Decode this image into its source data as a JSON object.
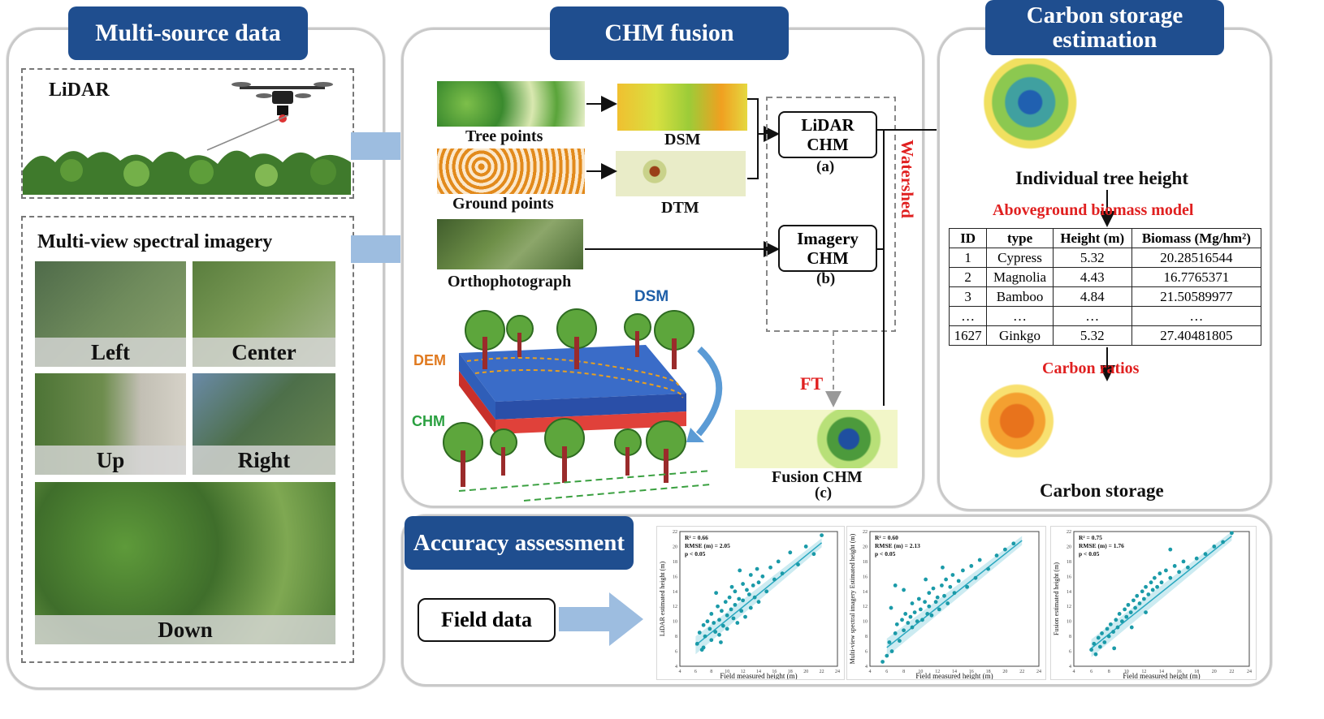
{
  "colors": {
    "title_bg": "#1f4e8f",
    "accent_red": "#e02020",
    "arrow_blue": "#9dbde0",
    "fit_line": "#2aa8c0"
  },
  "multi_source": {
    "title": "Multi-source data",
    "lidar_label": "LiDAR",
    "imagery_label": "Multi-view spectral imagery",
    "views": [
      "Left",
      "Center",
      "Up",
      "Right",
      "Down"
    ]
  },
  "chm_fusion": {
    "title": "CHM fusion",
    "tree_points": "Tree points",
    "ground_points": "Ground points",
    "orthophoto": "Orthophotograph",
    "dsm": "DSM",
    "dtm": "DTM",
    "lidar_chm": "LiDAR CHM",
    "label_a": "(a)",
    "imagery_chm": "Imagery CHM",
    "label_b": "(b)",
    "watershed": "Watershed",
    "ft": "FT",
    "fusion_chm": "Fusion CHM",
    "label_c": "(c)",
    "diagram_dsm": "DSM",
    "diagram_dem": "DEM",
    "diagram_chm": "CHM"
  },
  "carbon": {
    "title": "Carbon storage estimation",
    "tree_height": "Individual tree height",
    "biomass_model": "Aboveground biomass model",
    "table_headers": [
      "ID",
      "type",
      "Height (m)",
      "Biomass (Mg/hm²)"
    ],
    "table_rows": [
      [
        "1",
        "Cypress",
        "5.32",
        "20.28516544"
      ],
      [
        "2",
        "Magnolia",
        "4.43",
        "16.7765371"
      ],
      [
        "3",
        "Bamboo",
        "4.84",
        "21.50589977"
      ],
      [
        "…",
        "…",
        "…",
        "…"
      ],
      [
        "1627",
        "Ginkgo",
        "5.32",
        "27.40481805"
      ]
    ],
    "carbon_ratios": "Carbon ratios",
    "carbon_storage": "Carbon storage"
  },
  "accuracy": {
    "title": "Accuracy assessment",
    "field_data": "Field data"
  },
  "chart_data": [
    {
      "type": "scatter",
      "xlabel": "Field measured height (m)",
      "ylabel": "LiDAR estimated height (m)",
      "stats": [
        "R² = 0.66",
        "RMSE (m) = 2.05",
        "p < 0.05"
      ],
      "xlim": [
        4,
        24
      ],
      "ylim": [
        4,
        22
      ],
      "x_ticks": [
        "4",
        "6",
        "8",
        "10",
        "12",
        "14",
        "16",
        "18",
        "20",
        "22",
        "24"
      ],
      "y_ticks": [
        "4",
        "6",
        "8",
        "10",
        "12",
        "14",
        "16",
        "18",
        "20",
        "22"
      ],
      "fit": [
        [
          6,
          6.8
        ],
        [
          22,
          20.5
        ]
      ],
      "points": [
        [
          6.2,
          7
        ],
        [
          6.5,
          8.5
        ],
        [
          6.8,
          6.2
        ],
        [
          7,
          9.5
        ],
        [
          7.2,
          8
        ],
        [
          7.5,
          10
        ],
        [
          7.8,
          9
        ],
        [
          8,
          7.5
        ],
        [
          8,
          11
        ],
        [
          8.3,
          9.8
        ],
        [
          8.5,
          8.6
        ],
        [
          8.8,
          12
        ],
        [
          9,
          10.2
        ],
        [
          9,
          8.2
        ],
        [
          9.3,
          11.4
        ],
        [
          9.5,
          9.4
        ],
        [
          9.8,
          12.6
        ],
        [
          10,
          10.8
        ],
        [
          10,
          9
        ],
        [
          10.3,
          13.2
        ],
        [
          10.5,
          11.6
        ],
        [
          10.8,
          10.4
        ],
        [
          11,
          14
        ],
        [
          11,
          12.2
        ],
        [
          11.3,
          9.8
        ],
        [
          11.5,
          13
        ],
        [
          11.8,
          11.4
        ],
        [
          12,
          15
        ],
        [
          12,
          12.8
        ],
        [
          12.3,
          10.6
        ],
        [
          12.5,
          14.2
        ],
        [
          12.8,
          13.6
        ],
        [
          13,
          16.2
        ],
        [
          13,
          11.8
        ],
        [
          13.3,
          14.8
        ],
        [
          13.5,
          13.2
        ],
        [
          13.8,
          17
        ],
        [
          14,
          15.2
        ],
        [
          14,
          12.6
        ],
        [
          14.5,
          16
        ],
        [
          15,
          14
        ],
        [
          15.5,
          17.2
        ],
        [
          16,
          15.6
        ],
        [
          16.5,
          18
        ],
        [
          17,
          16.4
        ],
        [
          18,
          19.2
        ],
        [
          19,
          17.6
        ],
        [
          20,
          20
        ],
        [
          21,
          19
        ],
        [
          22,
          21.5
        ],
        [
          7,
          6.5
        ],
        [
          9.2,
          7.2
        ],
        [
          11.6,
          16.8
        ],
        [
          8.6,
          13.8
        ],
        [
          10.6,
          14.6
        ]
      ]
    },
    {
      "type": "scatter",
      "xlabel": "Field measured height (m)",
      "ylabel": "Multi-view spectral imagery Estimated height (m)",
      "stats": [
        "R² = 0.60",
        "RMSE (m) = 2.13",
        "p < 0.05"
      ],
      "xlim": [
        4,
        24
      ],
      "ylim": [
        4,
        22
      ],
      "x_ticks": [
        "4",
        "6",
        "8",
        "10",
        "12",
        "14",
        "16",
        "18",
        "20",
        "22",
        "24"
      ],
      "y_ticks": [
        "4",
        "6",
        "8",
        "10",
        "12",
        "14",
        "16",
        "18",
        "20",
        "22"
      ],
      "fit": [
        [
          6,
          6.5
        ],
        [
          22,
          20.8
        ]
      ],
      "points": [
        [
          5.5,
          4.6
        ],
        [
          6,
          5.4
        ],
        [
          6.3,
          7.2
        ],
        [
          6.6,
          6
        ],
        [
          7,
          8.4
        ],
        [
          7.2,
          9.6
        ],
        [
          7.5,
          7.4
        ],
        [
          7.8,
          10.2
        ],
        [
          8,
          8.8
        ],
        [
          8.2,
          11
        ],
        [
          8.5,
          9.8
        ],
        [
          8.8,
          10.6
        ],
        [
          9,
          12.4
        ],
        [
          9,
          9.2
        ],
        [
          9.3,
          11.2
        ],
        [
          9.6,
          10
        ],
        [
          9.8,
          13
        ],
        [
          10,
          11.6
        ],
        [
          10.2,
          10.2
        ],
        [
          10.5,
          12.6
        ],
        [
          10.8,
          11
        ],
        [
          11,
          13.8
        ],
        [
          11,
          12
        ],
        [
          11.3,
          10.8
        ],
        [
          11.5,
          14.4
        ],
        [
          11.8,
          12.6
        ],
        [
          12,
          13.2
        ],
        [
          12.2,
          11.6
        ],
        [
          12.5,
          14.8
        ],
        [
          12.8,
          13.4
        ],
        [
          13,
          15.6
        ],
        [
          13.2,
          12.4
        ],
        [
          13.5,
          14.6
        ],
        [
          13.8,
          16.2
        ],
        [
          14,
          13.8
        ],
        [
          14.5,
          15.4
        ],
        [
          15,
          16.8
        ],
        [
          15.5,
          14.6
        ],
        [
          16,
          17.4
        ],
        [
          16.5,
          15.8
        ],
        [
          17,
          18.2
        ],
        [
          18,
          17
        ],
        [
          19,
          18.8
        ],
        [
          20,
          19.6
        ],
        [
          21,
          20.4
        ],
        [
          7,
          14.8
        ],
        [
          8,
          14.2
        ],
        [
          6.5,
          11.8
        ],
        [
          10.6,
          15.6
        ],
        [
          12.6,
          17.2
        ]
      ]
    },
    {
      "type": "scatter",
      "xlabel": "Field measured height (m)",
      "ylabel": "Fusion estimated height (m)",
      "stats": [
        "R² = 0.75",
        "RMSE (m) = 1.76",
        "p < 0.05"
      ],
      "xlim": [
        4,
        24
      ],
      "ylim": [
        4,
        22
      ],
      "x_ticks": [
        "4",
        "6",
        "8",
        "10",
        "12",
        "14",
        "16",
        "18",
        "20",
        "22",
        "24"
      ],
      "y_ticks": [
        "4",
        "6",
        "8",
        "10",
        "12",
        "14",
        "16",
        "18",
        "20",
        "22"
      ],
      "fit": [
        [
          6,
          6.4
        ],
        [
          22,
          21.4
        ]
      ],
      "points": [
        [
          6,
          6.2
        ],
        [
          6.3,
          7
        ],
        [
          6.5,
          5.6
        ],
        [
          6.8,
          7.8
        ],
        [
          7,
          6.6
        ],
        [
          7.2,
          8.4
        ],
        [
          7.5,
          7.2
        ],
        [
          7.8,
          9
        ],
        [
          8,
          8
        ],
        [
          8.2,
          9.6
        ],
        [
          8.5,
          8.6
        ],
        [
          8.8,
          10.2
        ],
        [
          9,
          9.2
        ],
        [
          9.2,
          11
        ],
        [
          9.5,
          10
        ],
        [
          9.8,
          11.6
        ],
        [
          10,
          10.6
        ],
        [
          10.2,
          12.2
        ],
        [
          10.5,
          11.2
        ],
        [
          10.8,
          12.8
        ],
        [
          11,
          11.8
        ],
        [
          11.2,
          13.4
        ],
        [
          11.5,
          12.4
        ],
        [
          11.8,
          14
        ],
        [
          12,
          13
        ],
        [
          12.2,
          14.6
        ],
        [
          12.5,
          13.6
        ],
        [
          12.8,
          15.2
        ],
        [
          13,
          14.2
        ],
        [
          13.2,
          15.8
        ],
        [
          13.5,
          14.6
        ],
        [
          13.8,
          16.4
        ],
        [
          14,
          15.2
        ],
        [
          14.5,
          16.8
        ],
        [
          15,
          15.8
        ],
        [
          15.5,
          17.4
        ],
        [
          16,
          16.6
        ],
        [
          16.5,
          18
        ],
        [
          17,
          17.2
        ],
        [
          18,
          18.4
        ],
        [
          19,
          19
        ],
        [
          20,
          20
        ],
        [
          21,
          20.6
        ],
        [
          22,
          21.8
        ],
        [
          15,
          19.6
        ],
        [
          12.2,
          11.2
        ],
        [
          8.6,
          6.4
        ],
        [
          10.6,
          9.2
        ]
      ]
    }
  ]
}
